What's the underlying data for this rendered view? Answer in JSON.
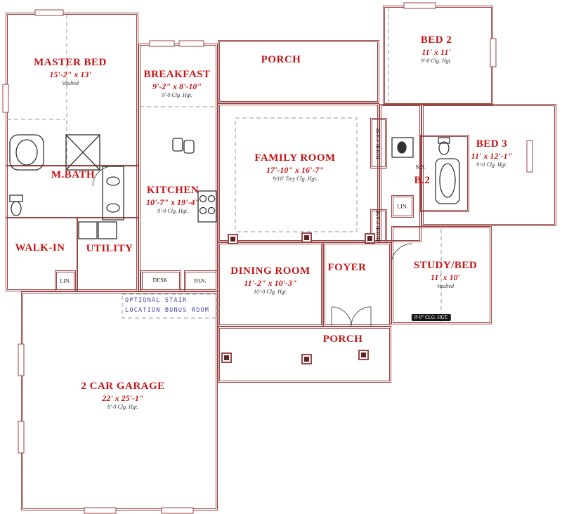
{
  "palette": {
    "wall": "#9b4545",
    "room_text": "#c51414",
    "note_text": "#333333",
    "blue_note": "#4a4ab2",
    "fixture": "#333333",
    "dash": "#999999"
  },
  "rooms": [
    {
      "id": "master-bed",
      "name": "MASTER BED",
      "dims": "15'-2\" x 13'",
      "note": "Vaulted"
    },
    {
      "id": "breakfast",
      "name": "BREAKFAST",
      "dims": "9'-2\" x 8'-10\"",
      "note": "9'-0 Clg. Hgt."
    },
    {
      "id": "porch-top",
      "name": "PORCH",
      "dims": "",
      "note": ""
    },
    {
      "id": "bed-2",
      "name": "BED 2",
      "dims": "11' x 11'",
      "note": "9'-0 Clg. Hgt."
    },
    {
      "id": "bed-3",
      "name": "BED 3",
      "dims": "11' x 12'-1\"",
      "note": "9'-0 Clg. Hgt."
    },
    {
      "id": "m-bath",
      "name": "M.BATH",
      "dims": "",
      "note": ""
    },
    {
      "id": "kitchen",
      "name": "KITCHEN",
      "dims": "10'-7\" x 19'-4\"",
      "note": "9'-0 Clg. Hgt."
    },
    {
      "id": "family-room",
      "name": "FAMILY ROOM",
      "dims": "17'-10\" x 16'-7\"",
      "note": "9/10' Trey Clg. Hgt."
    },
    {
      "id": "b-2",
      "name": "B.2",
      "dims": "",
      "note": ""
    },
    {
      "id": "walk-in",
      "name": "WALK-IN",
      "dims": "",
      "note": ""
    },
    {
      "id": "utility",
      "name": "UTILITY",
      "dims": "",
      "note": ""
    },
    {
      "id": "dining-room",
      "name": "DINING ROOM",
      "dims": "11'-2\" x 10'-3\"",
      "note": "10'-0 Clg. Hgt."
    },
    {
      "id": "foyer",
      "name": "FOYER",
      "dims": "",
      "note": ""
    },
    {
      "id": "study-bed",
      "name": "STUDY/BED",
      "dims": "11' x 10'",
      "note": "Vaulted"
    },
    {
      "id": "porch-bottom",
      "name": "PORCH",
      "dims": "",
      "note": ""
    },
    {
      "id": "garage",
      "name": "2 CAR GARAGE",
      "dims": "22' x 25'-1\"",
      "note": "8'-0 Clg. Hgt."
    }
  ],
  "labels": {
    "lin1": "LIN.",
    "desk": "DESK",
    "pan": "PAN.",
    "lin2": "LIN.",
    "ks": "K.S.",
    "bookcase_top": "BOOK CASE",
    "bookcase_bottom": "BOOK CASE",
    "clg_band": "8'-0\" CLG. HGT.",
    "optional_stair_line1": "OPTIONAL STAIR",
    "optional_stair_line2": "LOCATION BONUS ROOM"
  }
}
